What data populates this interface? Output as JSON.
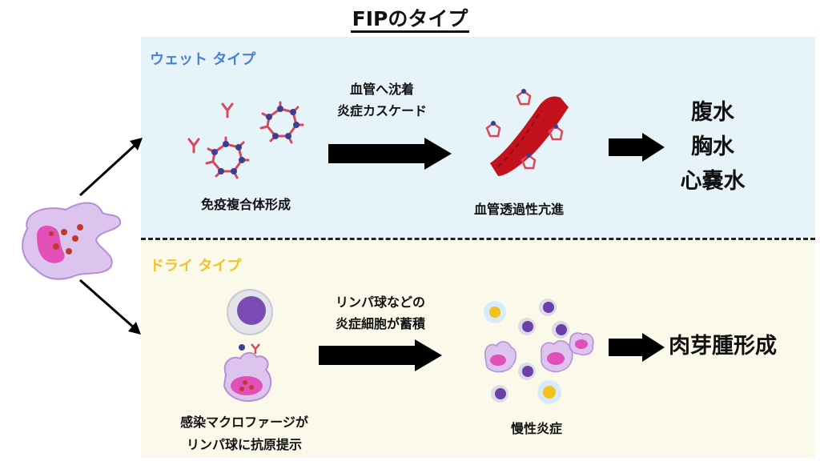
{
  "title": "FIPのタイプ",
  "wet": {
    "label": "ウェット タイプ",
    "step1_caption": "免疫複合体形成",
    "arrow_caption_line1": "血管へ沈着",
    "arrow_caption_line2": "炎症カスケード",
    "step2_caption": "血管透過性亢進",
    "results": [
      "腹水",
      "胸水",
      "心嚢水"
    ]
  },
  "dry": {
    "label": "ドライ タイプ",
    "step1_caption_line1": "感染マクロファージが",
    "step1_caption_line2": "リンパ球に抗原提示",
    "arrow_caption_line1": "リンパ球などの",
    "arrow_caption_line2": "炎症細胞が蓄積",
    "step2_caption": "慢性炎症",
    "result": "肉芽腫形成"
  },
  "colors": {
    "wet_label": "#4a7fd6",
    "dry_label": "#efc42a",
    "wet_bg": "#e6f3f9",
    "dry_bg": "#fbf9ea",
    "antibody": "#d9475a",
    "antigen": "#3a3f8f",
    "cell_fill": "#dcc4ee",
    "vessel": "#c3121d"
  }
}
